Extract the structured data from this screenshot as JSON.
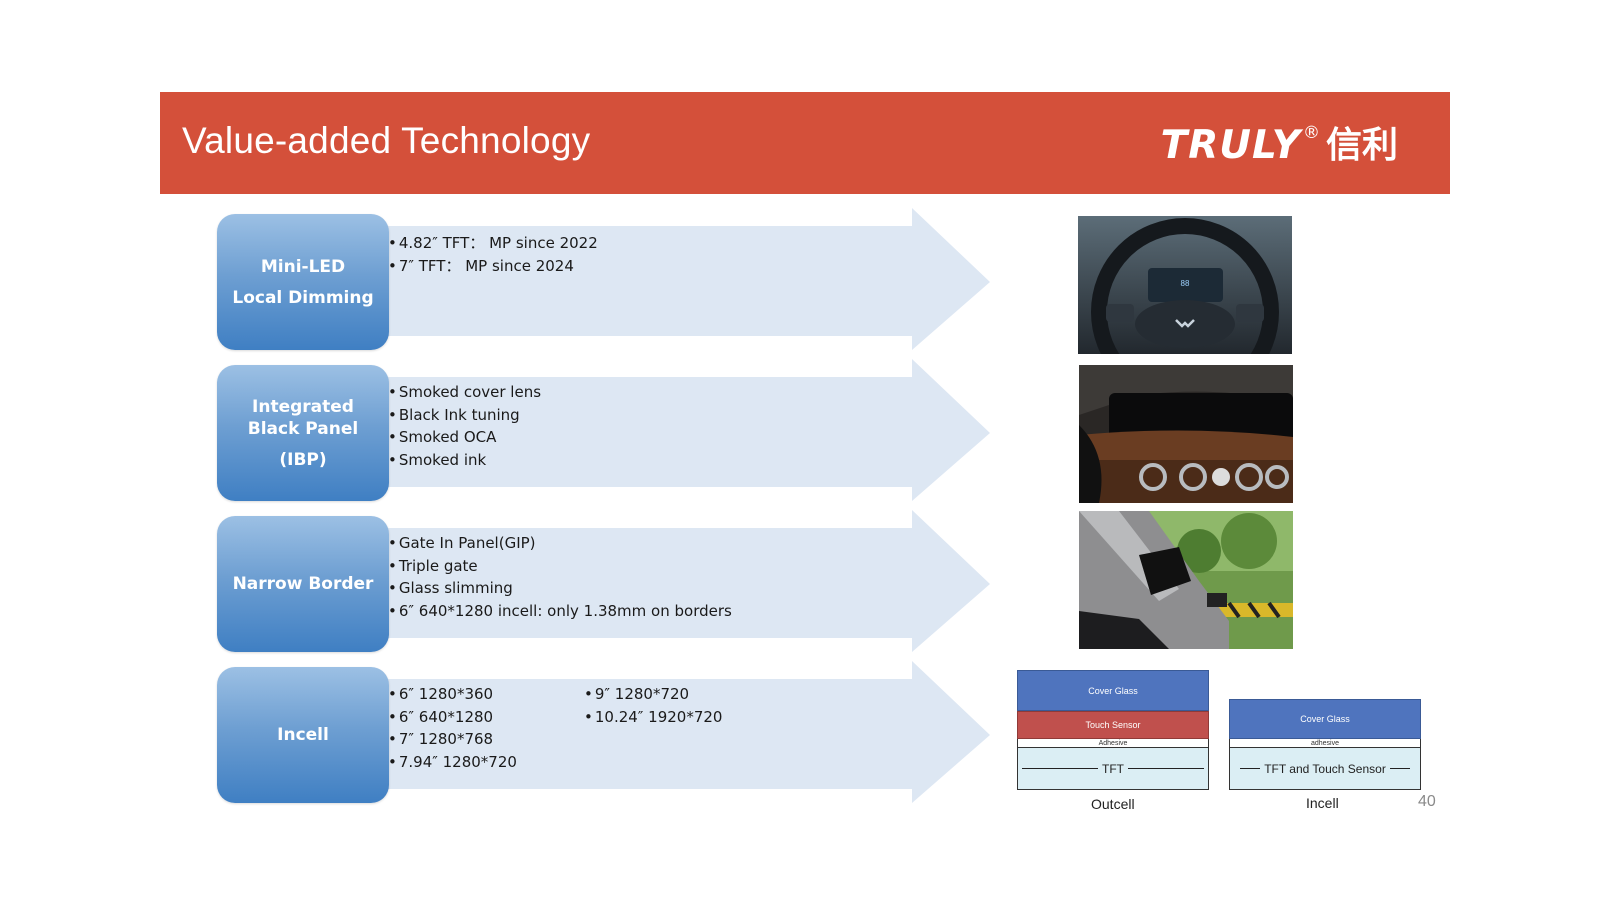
{
  "header": {
    "title": "Value-added Technology",
    "logo_latin": "TRULY",
    "logo_reg": "®",
    "logo_cn": "信利"
  },
  "rows": [
    {
      "label_lines": [
        "Mini-LED",
        "Local Dimming"
      ],
      "bullets": [
        "4.82″ TFT： MP since 2022",
        "7″ TFT： MP since 2024"
      ]
    },
    {
      "label_lines": [
        "Integrated",
        "Black Panel",
        "(IBP)"
      ],
      "bullets": [
        "Smoked cover lens",
        "Black Ink tuning",
        "Smoked OCA",
        "Smoked ink"
      ]
    },
    {
      "label_lines": [
        "Narrow Border"
      ],
      "bullets": [
        "Gate In Panel(GIP)",
        "Triple gate",
        "Glass slimming",
        "6″ 640*1280 incell: only 1.38mm on borders"
      ]
    },
    {
      "label_lines": [
        "Incell"
      ],
      "bullets": [
        "6″ 1280*360",
        "6″ 640*1280",
        "7″ 1280*768",
        "7.94″ 1280*720"
      ],
      "bullets_col2": [
        "9″ 1280*720",
        "10.24″ 1920*720"
      ]
    }
  ],
  "diagrams": {
    "outcell": {
      "layers": [
        "Cover Glass",
        "Touch Sensor",
        "Adhesive",
        "TFT"
      ],
      "caption": "Outcell"
    },
    "incell": {
      "layers": [
        "Cover Glass",
        "adhesive",
        "TFT and Touch Sensor"
      ],
      "caption": "Incell"
    }
  },
  "colors": {
    "header_bg": "#d4503a",
    "label_box": "#5b8fcb",
    "arrow_fill": "#dde7f3",
    "cover_glass": "#4f74be",
    "touch_sensor": "#c0504d",
    "tft_layer": "#dbeef4"
  },
  "page_number": "40"
}
